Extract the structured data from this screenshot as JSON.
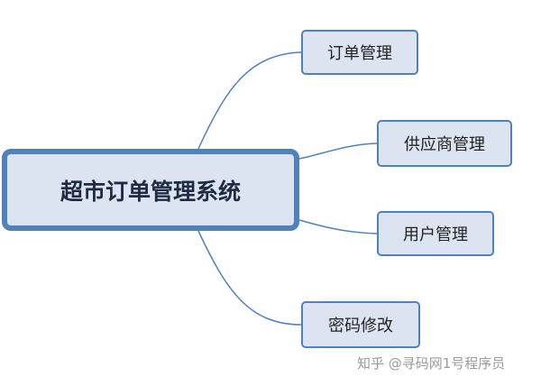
{
  "mindmap": {
    "root": {
      "label": "超市订单管理系统"
    },
    "children": [
      {
        "label": "订单管理"
      },
      {
        "label": "供应商管理"
      },
      {
        "label": "用户管理"
      },
      {
        "label": "密码修改"
      }
    ]
  },
  "watermark": {
    "text": "知乎 @寻码网1号程序员"
  },
  "colors": {
    "node_fill": "#dbe4f0",
    "node_border": "#4f81bd",
    "connector": "#4f81bd",
    "watermark": "#9a9a9a"
  }
}
